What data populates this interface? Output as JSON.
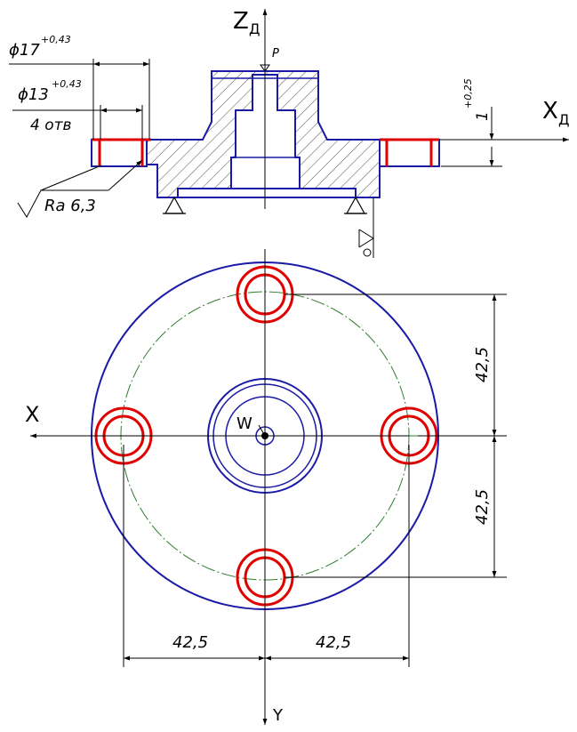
{
  "colors": {
    "outline": "#1a1aa6",
    "holes": "#e00000",
    "centerline": "#2e7d2e",
    "dimension": "#000000"
  },
  "axes": {
    "z": "Z",
    "z_sub": "Д",
    "x_side": "X",
    "x_side_sub": "Д",
    "x_plan": "X",
    "y_plan": "Y"
  },
  "section": {
    "dia_large": "ϕ17",
    "dia_large_tol": "+0,43",
    "dia_small": "ϕ13",
    "dia_small_tol": "+0,43",
    "holes_count": "4 отв",
    "roughness": "Ra 6,3",
    "height_dim": "1",
    "height_dim_tol": "+0,25",
    "force_label": "P"
  },
  "plan": {
    "center_label": "W",
    "dim_top": "42,5",
    "dim_bottom": "42,5",
    "dim_left": "42,5",
    "dim_right": "42,5"
  }
}
